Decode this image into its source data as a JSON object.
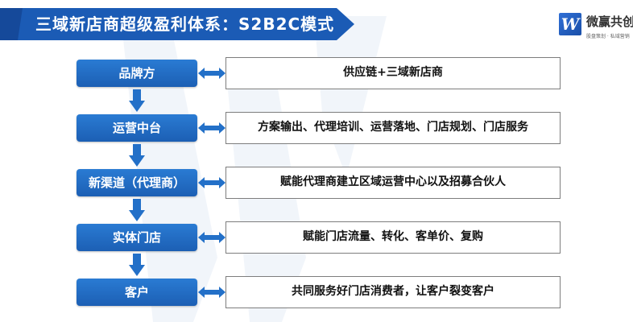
{
  "title": "三域新店商超级盈利体系：S2B2C模式",
  "logo": {
    "mark": "W",
    "name": "微赢共创",
    "tagline": "股盘策划 · 私域营销"
  },
  "colors": {
    "banner": "#1b5bb5",
    "stage": "#2370c8",
    "arrow": "#2370c8"
  },
  "flow": [
    {
      "stage": "品牌方",
      "description": "供应链+三域新店商"
    },
    {
      "stage": "运营中台",
      "description": "方案输出、代理培训、运营落地、门店规划、门店服务"
    },
    {
      "stage": "新渠道（代理商）",
      "description": "赋能代理商建立区域运营中心以及招募合伙人"
    },
    {
      "stage": "实体门店",
      "description": "赋能门店流量、转化、客单价、复购"
    },
    {
      "stage": "客户",
      "description": "共同服务好门店消费者，让客户裂变客户"
    }
  ]
}
